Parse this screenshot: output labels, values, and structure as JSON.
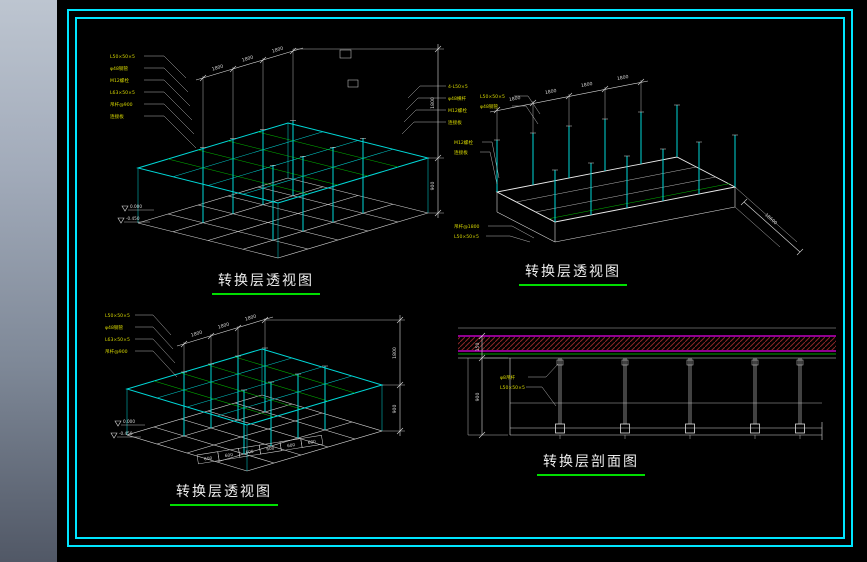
{
  "window": {
    "desktop_bg": "#9aa4b3",
    "canvas_bg": "#000000",
    "frame_color": "#00e6ff",
    "title_underline": "#00de00",
    "line_white": "#d9d9d9",
    "line_cyan": "#00d8d8",
    "line_green": "#00b400",
    "line_magenta": "#e600e6",
    "note_yellow": "#d6d600"
  },
  "titles": {
    "perspective": "转换层透视图",
    "section": "转换层剖面图"
  },
  "dims": {
    "d1800": "1800",
    "d900": "900",
    "d600": "600",
    "d150": "150",
    "d18600": "18600"
  },
  "levels": {
    "zero": "0.000",
    "minus": "-0.450"
  },
  "notes": {
    "v1_left": [
      "L50×50×5",
      "φ48钢管",
      "M12螺栓",
      "L63×50×5",
      "吊杆@900",
      "连接板"
    ],
    "v1_right": [
      "4-L50×5",
      "φ48横杆",
      "M12螺栓",
      "连接板"
    ],
    "v2_top": [
      "L50×50×5",
      "φ48钢管"
    ],
    "v2_mid": [
      "M12螺栓",
      "连接板"
    ],
    "v2_bottom": [
      "吊杆@1800",
      "L50×50×5"
    ],
    "v4_notes": [
      "φ8吊杆",
      "L50×50×5"
    ]
  }
}
